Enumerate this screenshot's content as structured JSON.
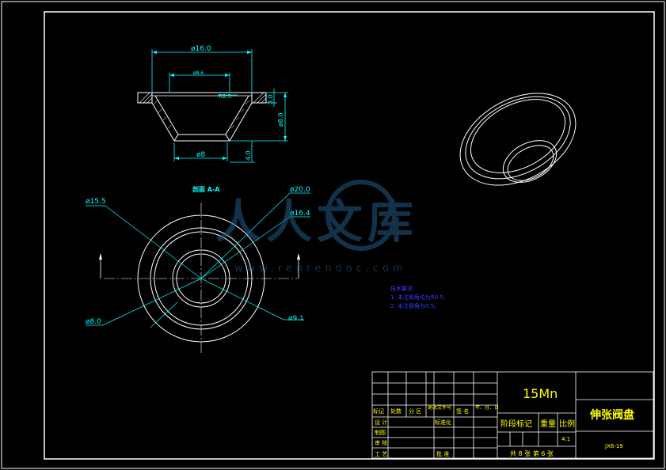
{
  "section_view": {
    "dim_outer_top": "ø16.0",
    "dim_inner_top": "ø8.6",
    "dim_bottom": "ø8",
    "dim_radius": "R2.5",
    "dim_right_small": "3.0",
    "dim_right_total": "ø8.0",
    "dim_bottom_height": "4.0"
  },
  "plan_view": {
    "section_label": "剖面 A-A",
    "dim_15_5": "ø15.5",
    "dim_20": "ø20.0",
    "dim_16_4": "ø16.4",
    "dim_8": "ø8.0",
    "dim_9_1": "ø9.1"
  },
  "watermark": {
    "text": "人人文库",
    "url": "www.renrendoc.com"
  },
  "tech_notes": {
    "title": "技术要求:",
    "line1": "1. 未注倒角均为R0.5;",
    "line2": "2. 未注倒角为0.5。"
  },
  "title_block": {
    "material": "15Mn",
    "part_name": "伸张阀盘",
    "drawing_no": "JX6-19",
    "scale_value": "4:1",
    "sheet_info": "共 8 张    第 6 张",
    "hdr_mark": "标记",
    "hdr_count": "处数",
    "hdr_zone": "分 区",
    "hdr_change_doc": "更改文件号",
    "hdr_sign": "签 名",
    "hdr_date": "年、月、日",
    "row_design": "设 计",
    "row_standard": "标准化",
    "row_drafting": "制图",
    "row_review": "审 核",
    "row_process": "工 艺",
    "row_approve": "批 准",
    "stage_mark": "阶段标记",
    "weight": "重量",
    "scale": "比例"
  },
  "colors": {
    "background": "#000000",
    "outline": "#ffffff",
    "dimension": "#00ffff",
    "notes": "#3a3aff",
    "title_text": "#ffff00",
    "grid": "#ffffff"
  }
}
